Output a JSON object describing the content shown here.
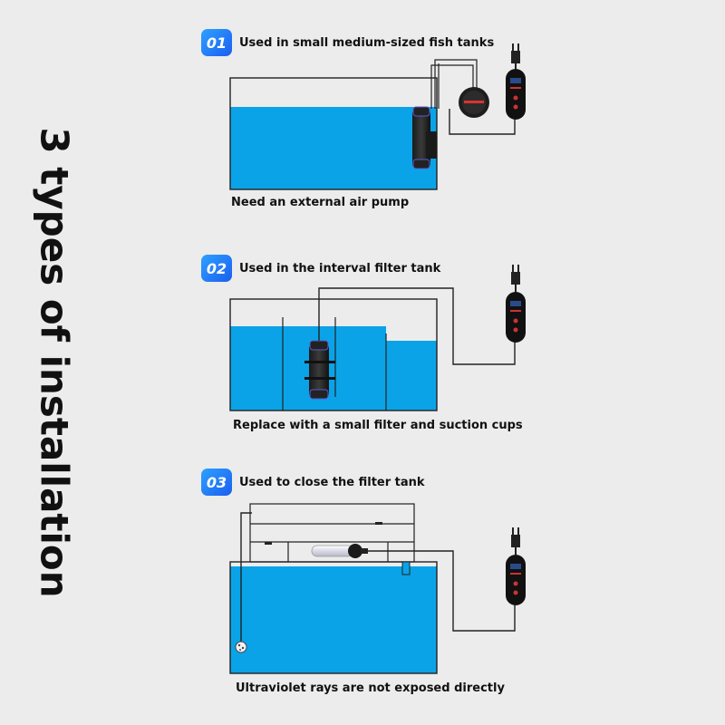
{
  "title": "3 types of installation",
  "sections": [
    {
      "number": "01",
      "heading": "Used in small medium-sized fish tanks",
      "caption": "Need an external air pump"
    },
    {
      "number": "02",
      "heading": "Used in the interval filter tank",
      "caption": "Replace with a small filter and suction cups"
    },
    {
      "number": "03",
      "heading": "Used to close the filter tank",
      "caption": "Ultraviolet rays are not exposed directly"
    }
  ],
  "colors": {
    "background": "#ececec",
    "water": "#0aa3e8",
    "badge": "#1f7cf5",
    "line": "#222222"
  },
  "icons": [
    "plug-icon",
    "controller-icon",
    "air-pump-icon",
    "uv-lamp-icon",
    "filter-icon",
    "air-stone-icon"
  ]
}
